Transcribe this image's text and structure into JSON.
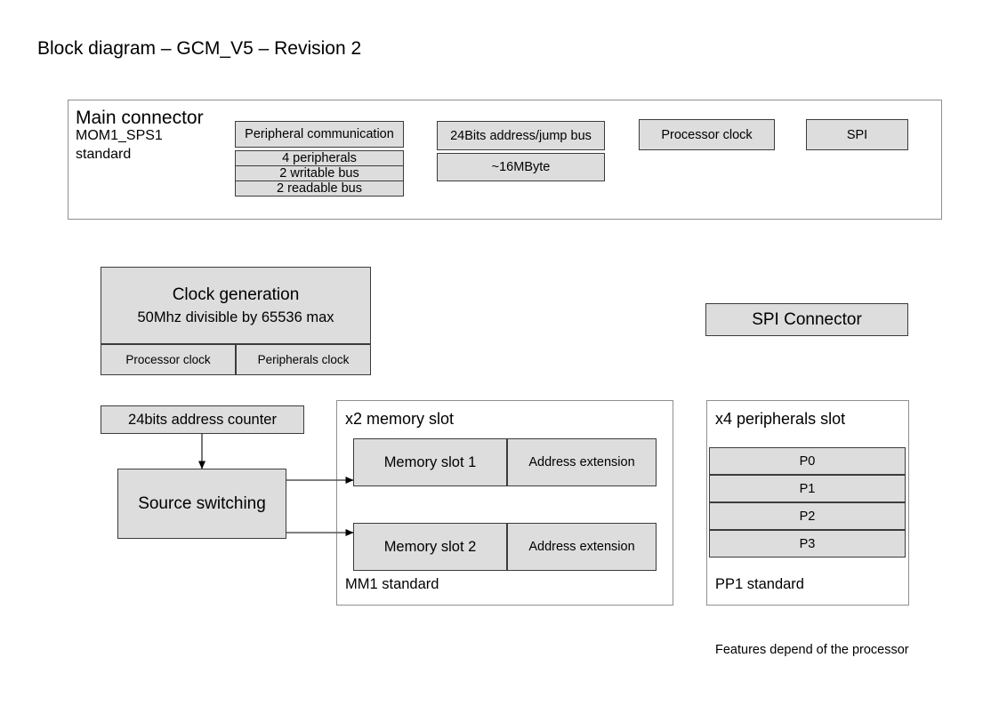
{
  "page": {
    "title": "Block diagram – GCM_V5 – Revision 2",
    "footnote": "Features depend of the processor"
  },
  "main_connector": {
    "title": "Main connector",
    "subtitle_line1": "MOM1_SPS1",
    "subtitle_line2": "standard",
    "peripheral_group": {
      "header": "Peripheral communication",
      "rows": [
        "4 peripherals",
        "2 writable bus",
        "2 readable bus"
      ]
    },
    "address_group": {
      "header": "24Bits address/jump bus",
      "rows": [
        "~16MByte"
      ]
    },
    "processor_clock": "Processor clock",
    "spi": "SPI"
  },
  "clock_generation": {
    "title": "Clock generation",
    "subtitle": "50Mhz divisible by 65536 max",
    "outputs": [
      "Processor clock",
      "Peripherals clock"
    ]
  },
  "spi_connector": {
    "label": "SPI Connector"
  },
  "address_counter": {
    "label": "24bits address counter"
  },
  "source_switching": {
    "label": "Source switching"
  },
  "memory_panel": {
    "caption": "x2 memory slot",
    "footer": "MM1 standard",
    "slots": [
      {
        "name": "Memory slot 1",
        "extension": "Address extension"
      },
      {
        "name": "Memory slot 2",
        "extension": "Address extension"
      }
    ]
  },
  "peripherals_panel": {
    "caption": "x4 peripherals slot",
    "footer": "PP1 standard",
    "slots": [
      "P0",
      "P1",
      "P2",
      "P3"
    ]
  },
  "colors": {
    "box_fill": "#dddddd",
    "box_border": "#3c3c3c",
    "frame_border": "#8f8f8f",
    "text": "#000000",
    "background": "#ffffff"
  }
}
